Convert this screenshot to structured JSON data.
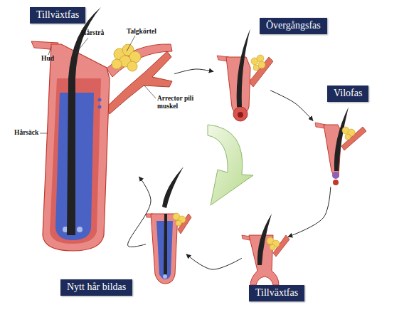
{
  "diagram": {
    "nodes": [
      {
        "text": [
          "Tillväxtfas"
        ]
      },
      {
        "text": [
          "Övergångsfas"
        ]
      },
      {
        "text": [
          "Vilofas"
        ]
      },
      {
        "text": [
          "Tillväxtfas"
        ]
      },
      {
        "text": [
          "Nytt hår bildas"
        ]
      }
    ],
    "edges": [
      {
        "from": 0,
        "to": 1,
        "arrow": "to"
      },
      {
        "from": 1,
        "to": 2,
        "arrow": "to"
      },
      {
        "from": 2,
        "to": 3,
        "arrow": "to"
      },
      {
        "from": 3,
        "to": 4,
        "arrow": "to"
      },
      {
        "from": 4,
        "to": 0,
        "arrow": "to"
      }
    ],
    "labels": [
      "Hårstrå",
      "Talgkörtel",
      "Hud",
      "Arrector pili muskel",
      "Hårsäck"
    ]
  }
}
